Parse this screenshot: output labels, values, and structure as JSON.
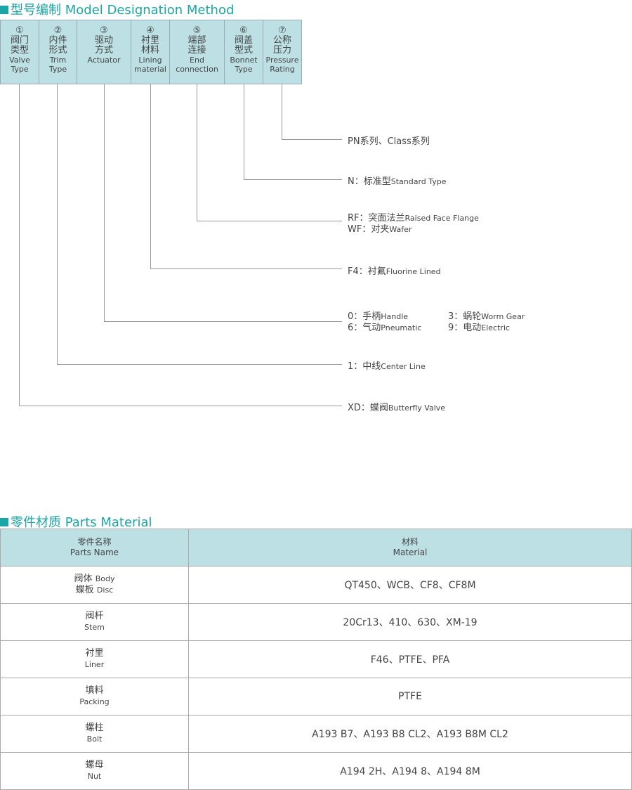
{
  "section1": {
    "title_cn": "型号编制",
    "title_en": "Model Designation Method"
  },
  "boxes": [
    {
      "num": "①",
      "cn1": "阀门",
      "cn2": "类型",
      "en1": "Valve",
      "en2": "Type"
    },
    {
      "num": "②",
      "cn1": "内件",
      "cn2": "形式",
      "en1": "Trim",
      "en2": "Type"
    },
    {
      "num": "③",
      "cn1": "驱动",
      "cn2": "方式",
      "en1": "Actuator",
      "en2": ""
    },
    {
      "num": "④",
      "cn1": "衬里",
      "cn2": "材料",
      "en1": "Lining",
      "en2": "material"
    },
    {
      "num": "⑤",
      "cn1": "端部",
      "cn2": "连接",
      "en1": "End",
      "en2": "connection"
    },
    {
      "num": "⑥",
      "cn1": "阀盖",
      "cn2": "型式",
      "en1": "Bonnet",
      "en2": "Type"
    },
    {
      "num": "⑦",
      "cn1": "公称",
      "cn2": "压力",
      "en1": "Pressure",
      "en2": "Rating"
    }
  ],
  "options": {
    "pressure": "PN系列、Class系列",
    "bonnet": {
      "code": "N：标准型",
      "en": "Standard Type"
    },
    "end1": {
      "code": "RF：突面法兰",
      "en": "Raised Face Flange"
    },
    "end2": {
      "code": "WF：对夹",
      "en": "Wafer"
    },
    "lining": {
      "code": "F4：衬氟",
      "en": "Fluorine Lined"
    },
    "act": [
      {
        "code": "0：手柄",
        "en": "Handle"
      },
      {
        "code": "3：蜗轮",
        "en": "Worm Gear"
      },
      {
        "code": "6：气动",
        "en": "Pneumatic"
      },
      {
        "code": "9：电动",
        "en": "Electric"
      }
    ],
    "trim": {
      "code": "1：中线",
      "en": "Center Line"
    },
    "valve": {
      "code": "XD：蝶阀",
      "en": "Butterfly Valve"
    }
  },
  "section2": {
    "title_cn": "零件材质",
    "title_en": "Parts Material"
  },
  "table": {
    "h1": {
      "cn": "零件名称",
      "en": "Parts Name"
    },
    "h2": {
      "cn": "材料",
      "en": "Material"
    },
    "rows": [
      {
        "cn": "阀体",
        "en": "Body",
        "cn2": "蝶板",
        "en2": "Disc",
        "mat": "QT450、WCB、CF8、CF8M"
      },
      {
        "cn": "阀杆",
        "en": "Stem",
        "mat": "20Cr13、410、630、XM-19"
      },
      {
        "cn": "衬里",
        "en": "Liner",
        "mat": "F46、PTFE、PFA"
      },
      {
        "cn": "填料",
        "en": "Packing",
        "mat": "PTFE"
      },
      {
        "cn": "螺柱",
        "en": "Bolt",
        "mat": "A193 B7、A193 B8 CL2、A193 B8M CL2"
      },
      {
        "cn": "螺母",
        "en": "Nut",
        "mat": "A194 2H、A194 8、A194 8M"
      }
    ]
  }
}
